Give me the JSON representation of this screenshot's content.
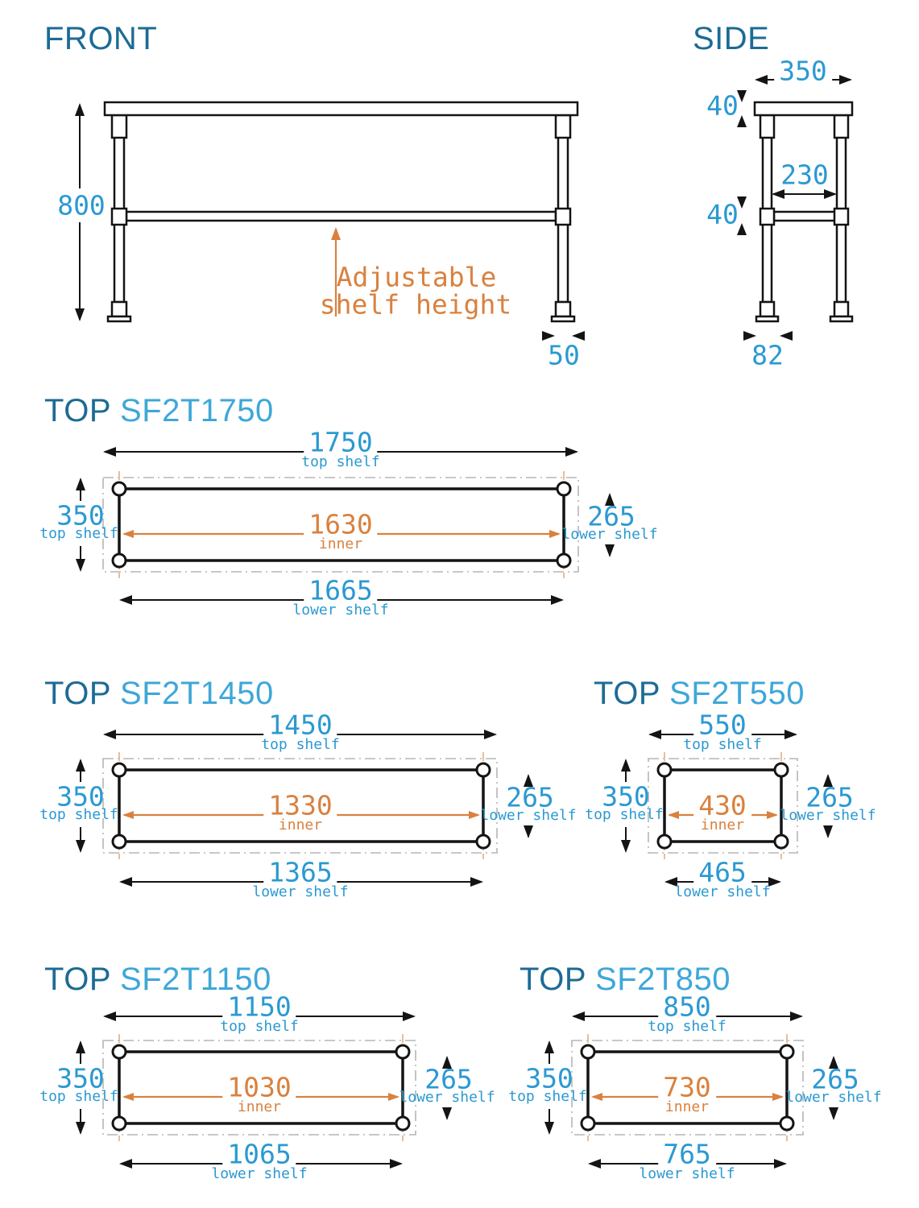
{
  "palette": {
    "heading_dark_blue": "#1d6b95",
    "model_light_blue": "#3ea7d9",
    "dimension_blue": "#2b99d2",
    "accent_orange": "#d9813f",
    "line_black": "#141414",
    "dash_gray": "#b5b5b5",
    "dash_orange": "#e9b68c"
  },
  "labels": {
    "top": "TOP",
    "top_shelf": "top shelf",
    "lower_shelf": "lower shelf",
    "inner": "inner"
  },
  "front": {
    "title": "FRONT",
    "height": "800",
    "leg_width": "50",
    "note_line1": "Adjustable",
    "note_line2": "shelf height"
  },
  "side": {
    "title": "SIDE",
    "depth": "350",
    "top_shelf_thickness": "40",
    "inner_depth": "230",
    "lower_shelf_thickness": "40",
    "foot_length": "82"
  },
  "top_views": [
    {
      "model": "SF2T1750",
      "top_shelf_length": "1750",
      "top_shelf_depth": "350",
      "inner_length": "1630",
      "lower_shelf_depth": "265",
      "lower_shelf_length": "1665"
    },
    {
      "model": "SF2T1450",
      "top_shelf_length": "1450",
      "top_shelf_depth": "350",
      "inner_length": "1330",
      "lower_shelf_depth": "265",
      "lower_shelf_length": "1365"
    },
    {
      "model": "SF2T550",
      "top_shelf_length": "550",
      "top_shelf_depth": "350",
      "inner_length": "430",
      "lower_shelf_depth": "265",
      "lower_shelf_length": "465"
    },
    {
      "model": "SF2T1150",
      "top_shelf_length": "1150",
      "top_shelf_depth": "350",
      "inner_length": "1030",
      "lower_shelf_depth": "265",
      "lower_shelf_length": "1065"
    },
    {
      "model": "SF2T850",
      "top_shelf_length": "850",
      "top_shelf_depth": "350",
      "inner_length": "730",
      "lower_shelf_depth": "265",
      "lower_shelf_length": "765"
    }
  ]
}
